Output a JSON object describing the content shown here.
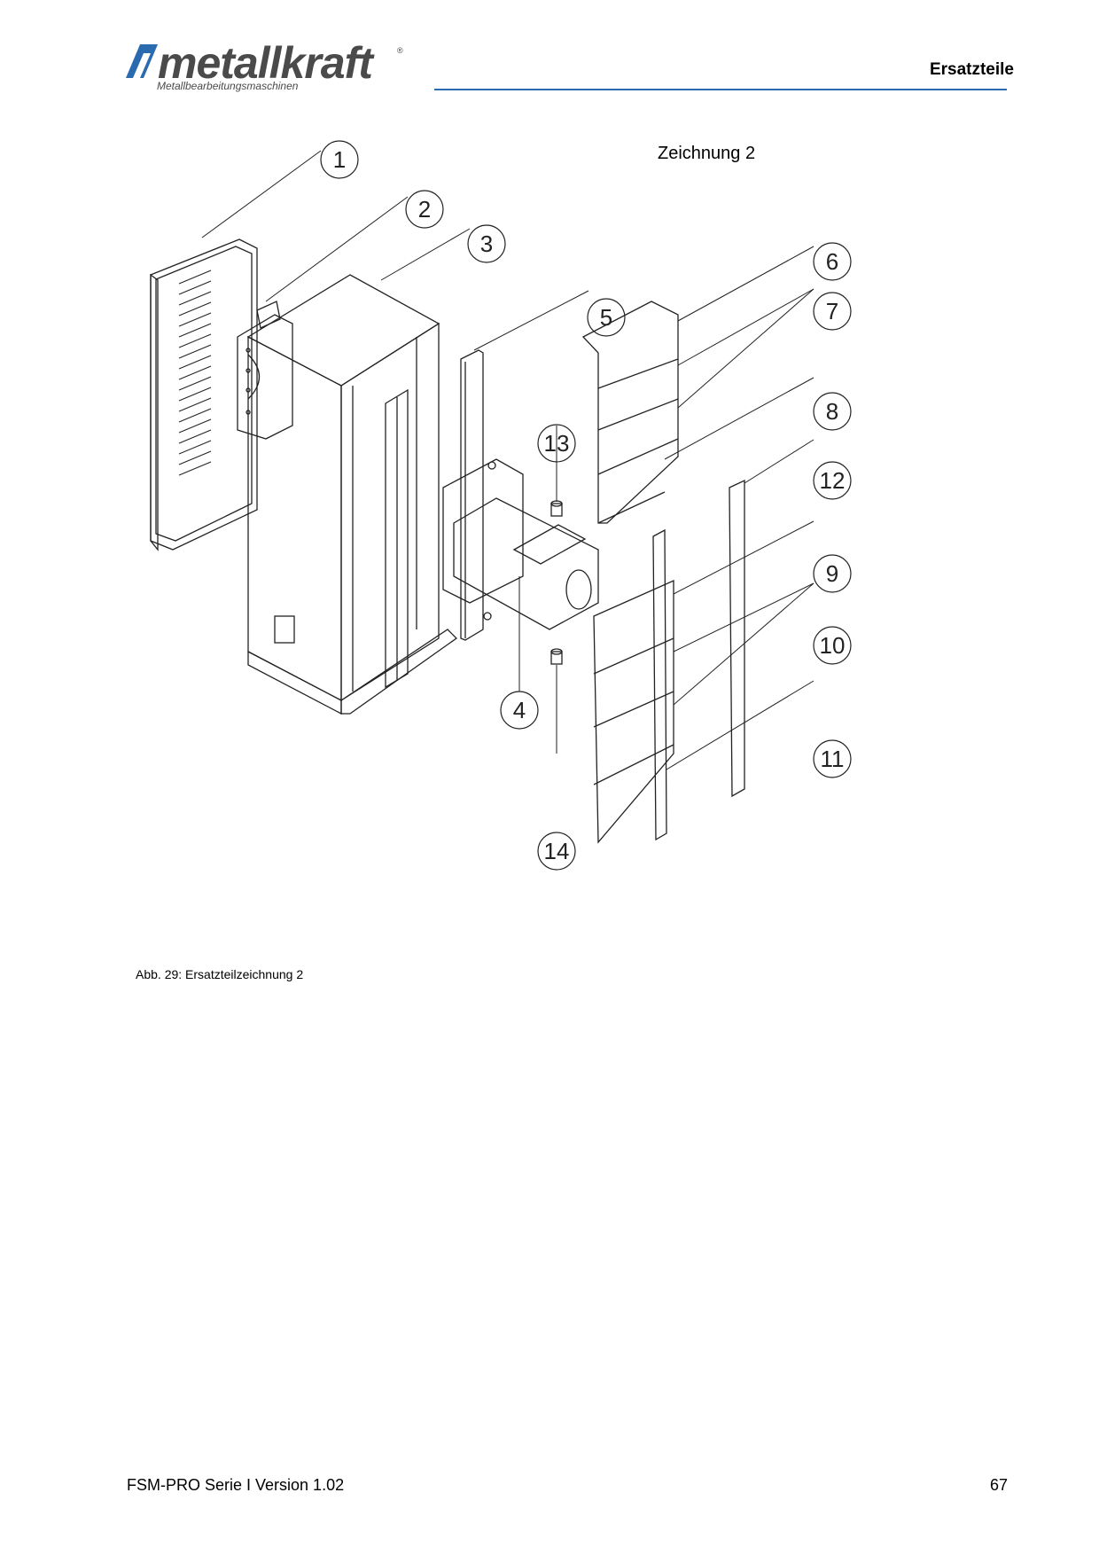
{
  "brand": {
    "name": "metallkraft",
    "registered_mark": "®",
    "tagline": "Metallbearbeitungsmaschinen",
    "accent_color": "#2a6bb0"
  },
  "header": {
    "section_title": "Ersatzteile"
  },
  "drawing": {
    "title": "Zeichnung 2",
    "callouts": [
      "1",
      "2",
      "3",
      "4",
      "5",
      "6",
      "7",
      "8",
      "9",
      "10",
      "11",
      "12",
      "13",
      "14"
    ]
  },
  "caption": "Abb. 29: Ersatzteilzeichnung 2",
  "footer": {
    "document": "FSM-PRO Serie I Version 1.02",
    "page_number": "67"
  }
}
